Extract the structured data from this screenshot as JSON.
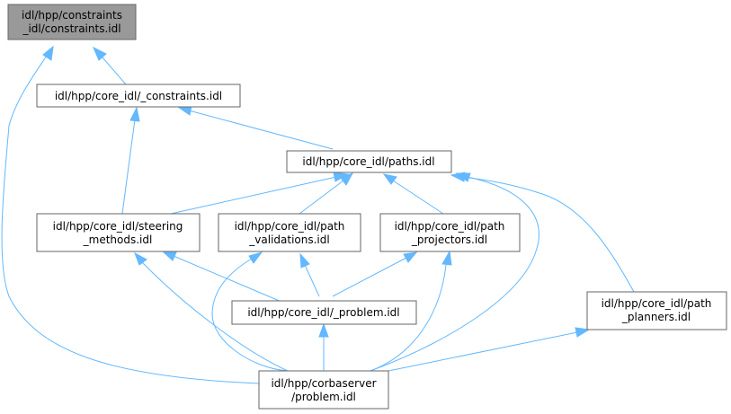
{
  "colors": {
    "edge": "#63b8ff",
    "root_fill": "#999999",
    "node_fill": "#ffffff",
    "node_border": "#666666"
  },
  "nodes": {
    "constraints": {
      "lines": [
        "idl/hpp/constraints",
        "_idl/constraints.idl"
      ]
    },
    "core_constraints": {
      "lines": [
        "idl/hpp/core_idl/_constraints.idl"
      ]
    },
    "paths": {
      "lines": [
        "idl/hpp/core_idl/paths.idl"
      ]
    },
    "steering": {
      "lines": [
        "idl/hpp/core_idl/steering",
        "_methods.idl"
      ]
    },
    "validations": {
      "lines": [
        "idl/hpp/core_idl/path",
        "_validations.idl"
      ]
    },
    "projectors": {
      "lines": [
        "idl/hpp/core_idl/path",
        "_projectors.idl"
      ]
    },
    "planners": {
      "lines": [
        "idl/hpp/core_idl/path",
        "_planners.idl"
      ]
    },
    "core_problem": {
      "lines": [
        "idl/hpp/core_idl/_problem.idl"
      ]
    },
    "corba_problem": {
      "lines": [
        "idl/hpp/corbaserver",
        "/problem.idl"
      ]
    }
  },
  "edges": [
    {
      "from": "core_constraints",
      "to": "constraints"
    },
    {
      "from": "corba_problem",
      "to": "constraints"
    },
    {
      "from": "paths",
      "to": "core_constraints"
    },
    {
      "from": "steering",
      "to": "core_constraints"
    },
    {
      "from": "steering",
      "to": "paths"
    },
    {
      "from": "validations",
      "to": "paths"
    },
    {
      "from": "projectors",
      "to": "paths"
    },
    {
      "from": "planners",
      "to": "paths"
    },
    {
      "from": "corba_problem",
      "to": "paths"
    },
    {
      "from": "core_problem",
      "to": "steering"
    },
    {
      "from": "corba_problem",
      "to": "steering"
    },
    {
      "from": "core_problem",
      "to": "validations"
    },
    {
      "from": "corba_problem",
      "to": "validations"
    },
    {
      "from": "core_problem",
      "to": "projectors"
    },
    {
      "from": "corba_problem",
      "to": "projectors"
    },
    {
      "from": "corba_problem",
      "to": "planners"
    },
    {
      "from": "corba_problem",
      "to": "core_problem"
    }
  ]
}
